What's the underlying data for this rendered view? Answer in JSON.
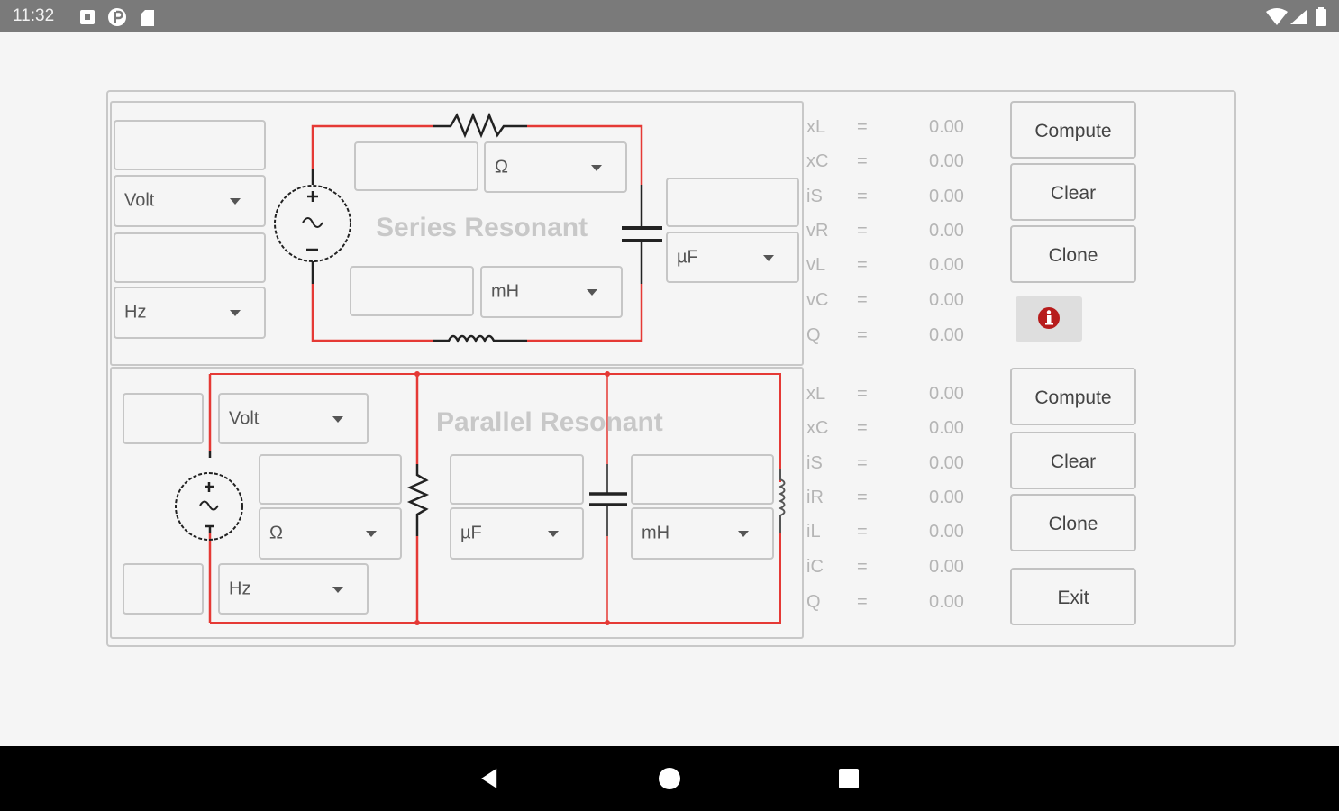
{
  "status_bar": {
    "time": "11:32",
    "left_icons": [
      "notification-square-icon",
      "pandora-p-icon",
      "sd-card-icon"
    ],
    "right_icons": [
      "wifi-icon",
      "cell-signal-icon",
      "battery-icon"
    ]
  },
  "series": {
    "title": "Series Resonant",
    "voltage": {
      "value": "",
      "unit": "Volt"
    },
    "frequency": {
      "value": "",
      "unit": "Hz"
    },
    "resistance": {
      "value": "",
      "unit": "Ω"
    },
    "inductance": {
      "value": "",
      "unit": "mH"
    },
    "capacitance": {
      "value": "",
      "unit": "µF"
    },
    "results": [
      {
        "label": "xL",
        "eq": "=",
        "value": "0.00"
      },
      {
        "label": "xC",
        "eq": "=",
        "value": "0.00"
      },
      {
        "label": "iS",
        "eq": "=",
        "value": "0.00"
      },
      {
        "label": "vR",
        "eq": "=",
        "value": "0.00"
      },
      {
        "label": "vL",
        "eq": "=",
        "value": "0.00"
      },
      {
        "label": "vC",
        "eq": "=",
        "value": "0.00"
      },
      {
        "label": "Q",
        "eq": "=",
        "value": "0.00"
      }
    ],
    "buttons": {
      "compute": "Compute",
      "clear": "Clear",
      "clone": "Clone"
    }
  },
  "parallel": {
    "title": "Parallel Resonant",
    "voltage": {
      "value": "",
      "unit": "Volt"
    },
    "frequency": {
      "value": "",
      "unit": "Hz"
    },
    "resistance": {
      "value": "",
      "unit": "Ω"
    },
    "capacitance": {
      "value": "",
      "unit": "µF"
    },
    "inductance": {
      "value": "",
      "unit": "mH"
    },
    "results": [
      {
        "label": "xL",
        "eq": "=",
        "value": "0.00"
      },
      {
        "label": "xC",
        "eq": "=",
        "value": "0.00"
      },
      {
        "label": "iS",
        "eq": "=",
        "value": "0.00"
      },
      {
        "label": "iR",
        "eq": "=",
        "value": "0.00"
      },
      {
        "label": "iL",
        "eq": "=",
        "value": "0.00"
      },
      {
        "label": "iC",
        "eq": "=",
        "value": "0.00"
      },
      {
        "label": "Q",
        "eq": "=",
        "value": "0.00"
      }
    ],
    "buttons": {
      "compute": "Compute",
      "clear": "Clear",
      "clone": "Clone",
      "exit": "Exit"
    }
  },
  "info_button": {
    "icon": "info-icon",
    "color": "#b71c1c"
  },
  "colors": {
    "wire": "#e53935",
    "component": "#222222"
  },
  "nav_bar": {
    "icons": [
      "back-icon",
      "home-icon",
      "recents-icon"
    ]
  }
}
